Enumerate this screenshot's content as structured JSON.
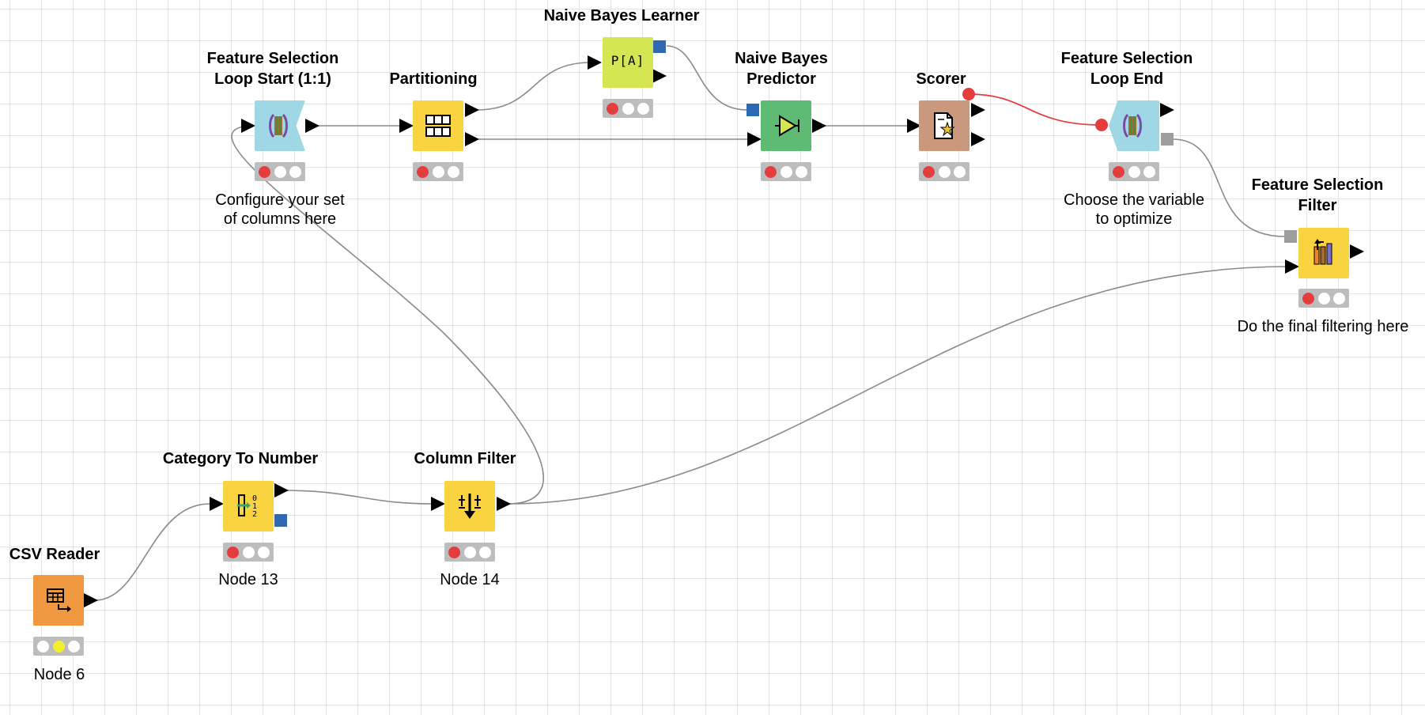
{
  "colors": {
    "reader": "#f0983f",
    "manipulator": "#fad340",
    "learner": "#d6e653",
    "predictor": "#5fbb74",
    "scorer": "#c9987d",
    "loop": "#9fd8e4",
    "status_red": "#e53d3d",
    "status_yellow": "#f3ef2e",
    "port_model": "#2e69b3",
    "port_flow": "#e53d3d",
    "port_table": "#000000",
    "port_generic": "#9e9e9e",
    "wire": "#8a8a8a",
    "wire_flow": "#e53d3d"
  },
  "nodes": {
    "csv_reader": {
      "title": "CSV Reader",
      "caption": "Node 6",
      "icon": "table-import-icon",
      "status": [
        "off",
        "yellow",
        "off"
      ]
    },
    "category_to_number": {
      "title": "Category To Number",
      "caption": "Node 13",
      "icon": "category-number-icon",
      "status": [
        "red",
        "off",
        "off"
      ]
    },
    "column_filter": {
      "title": "Column Filter",
      "caption": "Node 14",
      "icon": "column-filter-icon",
      "status": [
        "red",
        "off",
        "off"
      ]
    },
    "fs_loop_start": {
      "title": "Feature Selection\nLoop Start (1:1)",
      "caption": "Configure your set\nof columns here",
      "icon": "loop-start-icon",
      "status": [
        "red",
        "off",
        "off"
      ]
    },
    "partitioning": {
      "title": "Partitioning",
      "caption": "",
      "icon": "partition-icon",
      "status": [
        "red",
        "off",
        "off"
      ]
    },
    "nb_learner": {
      "title": "Naive Bayes Learner",
      "caption": "",
      "icon_text": "P[A]",
      "icon": "probability-icon",
      "status": [
        "red",
        "off",
        "off"
      ]
    },
    "nb_predictor": {
      "title": "Naive Bayes\nPredictor",
      "caption": "",
      "icon": "predictor-icon",
      "status": [
        "red",
        "off",
        "off"
      ]
    },
    "scorer": {
      "title": "Scorer",
      "caption": "",
      "icon": "scorer-icon",
      "status": [
        "red",
        "off",
        "off"
      ]
    },
    "fs_loop_end": {
      "title": "Feature Selection\nLoop End",
      "caption": "Choose the variable\nto optimize",
      "icon": "loop-end-icon",
      "status": [
        "red",
        "off",
        "off"
      ]
    },
    "fs_filter": {
      "title": "Feature Selection\nFilter",
      "caption": "Do the final filtering here",
      "icon": "feature-filter-icon",
      "status": [
        "red",
        "off",
        "off"
      ]
    }
  }
}
